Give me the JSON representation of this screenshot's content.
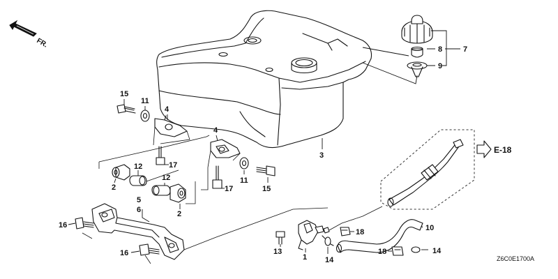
{
  "direction_marker": {
    "label": "FR."
  },
  "reference": {
    "label": "E-18"
  },
  "figure_code": "Z6C0E1700A",
  "callouts": {
    "c1": "1",
    "c2a": "2",
    "c2b": "2",
    "c3": "3",
    "c4a": "4",
    "c4b": "4",
    "c5": "5",
    "c6": "6",
    "c7": "7",
    "c8": "8",
    "c9": "9",
    "c10": "10",
    "c11a": "11",
    "c11b": "11",
    "c12a": "12",
    "c12b": "12",
    "c13": "13",
    "c14a": "14",
    "c14b": "14",
    "c15a": "15",
    "c15b": "15",
    "c16a": "16",
    "c16b": "16",
    "c17a": "17",
    "c17b": "17",
    "c18a": "18",
    "c18b": "18"
  }
}
